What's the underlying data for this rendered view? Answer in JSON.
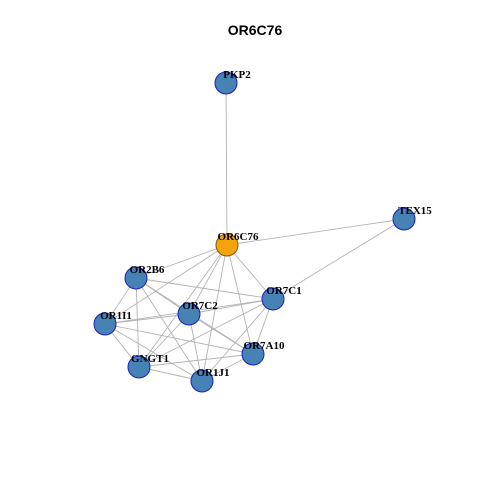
{
  "title": "OR6C76",
  "colors": {
    "node_fill": "#4682b4",
    "node_stroke": "#1c1cc8",
    "focus_fill": "#f5a30a",
    "focus_stroke": "#8b5a00",
    "edge": "#b3b3b3"
  },
  "nodes": [
    {
      "id": "PKP2",
      "label": "PKP2",
      "focus": false
    },
    {
      "id": "TEX15",
      "label": "TEX15",
      "focus": false
    },
    {
      "id": "OR6C76",
      "label": "OR6C76",
      "focus": true
    },
    {
      "id": "OR2B6",
      "label": "OR2B6",
      "focus": false
    },
    {
      "id": "OR7C1",
      "label": "OR7C1",
      "focus": false
    },
    {
      "id": "OR7C2",
      "label": "OR7C2",
      "focus": false
    },
    {
      "id": "OR1I1",
      "label": "OR1I1",
      "focus": false
    },
    {
      "id": "OR7A10",
      "label": "OR7A10",
      "focus": false
    },
    {
      "id": "GNGT1",
      "label": "GNGT1",
      "focus": false
    },
    {
      "id": "OR1J1",
      "label": "OR1J1",
      "focus": false
    }
  ],
  "edges": [
    [
      "PKP2",
      "OR6C76"
    ],
    [
      "TEX15",
      "OR6C76"
    ],
    [
      "TEX15",
      "OR7C1"
    ],
    [
      "OR6C76",
      "OR2B6"
    ],
    [
      "OR6C76",
      "OR7C1"
    ],
    [
      "OR6C76",
      "OR7C2"
    ],
    [
      "OR6C76",
      "OR1I1"
    ],
    [
      "OR6C76",
      "OR7A10"
    ],
    [
      "OR6C76",
      "GNGT1"
    ],
    [
      "OR6C76",
      "OR1J1"
    ],
    [
      "OR2B6",
      "OR7C1"
    ],
    [
      "OR2B6",
      "OR7C2"
    ],
    [
      "OR2B6",
      "OR1I1"
    ],
    [
      "OR2B6",
      "OR7A10"
    ],
    [
      "OR2B6",
      "GNGT1"
    ],
    [
      "OR2B6",
      "OR1J1"
    ],
    [
      "OR7C1",
      "OR7C2"
    ],
    [
      "OR7C1",
      "OR1I1"
    ],
    [
      "OR7C1",
      "OR7A10"
    ],
    [
      "OR7C1",
      "GNGT1"
    ],
    [
      "OR7C1",
      "OR1J1"
    ],
    [
      "OR7C2",
      "OR1I1"
    ],
    [
      "OR7C2",
      "OR7A10"
    ],
    [
      "OR7C2",
      "GNGT1"
    ],
    [
      "OR7C2",
      "OR1J1"
    ],
    [
      "OR1I1",
      "OR7A10"
    ],
    [
      "OR1I1",
      "GNGT1"
    ],
    [
      "OR1I1",
      "OR1J1"
    ],
    [
      "OR7A10",
      "GNGT1"
    ],
    [
      "OR7A10",
      "OR1J1"
    ],
    [
      "GNGT1",
      "OR1J1"
    ]
  ]
}
